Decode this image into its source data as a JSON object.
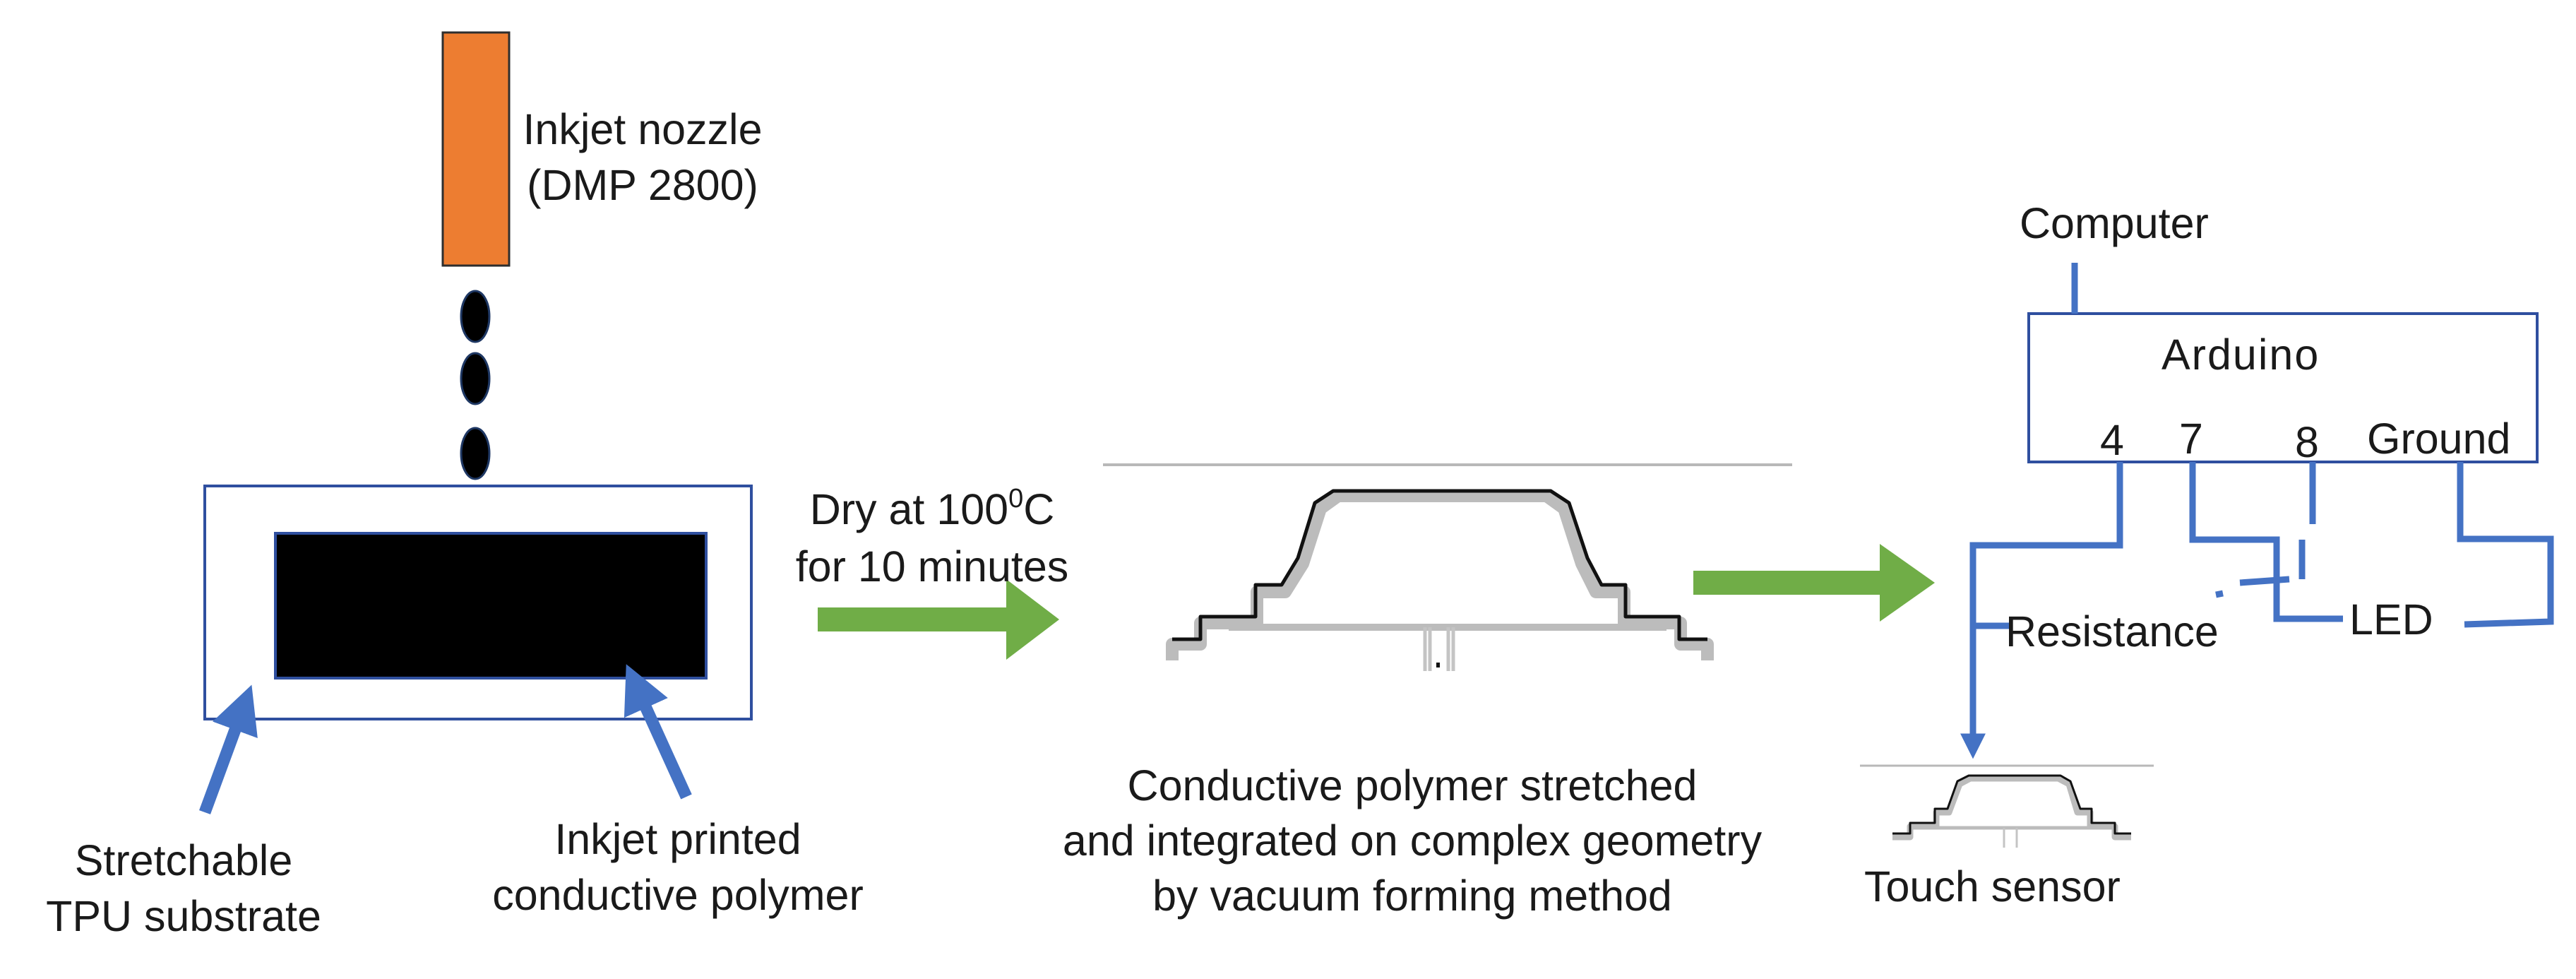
{
  "nozzle": {
    "label_line1": "Inkjet nozzle",
    "label_line2": "(DMP 2800)",
    "color": "#ed7d31"
  },
  "substrate": {
    "label_line1": "Stretchable",
    "label_line2": "TPU substrate"
  },
  "printed_polymer": {
    "label_line1": "Inkjet printed",
    "label_line2": "conductive polymer"
  },
  "dry_step": {
    "line1_prefix": "Dry at 100",
    "line1_sup": "0",
    "line1_suffix": "C",
    "line2": "for 10 minutes"
  },
  "vacuum_forming": {
    "caption_line1": "Conductive polymer stretched",
    "caption_line2": "and integrated on complex geometry",
    "caption_line3": "by vacuum forming method"
  },
  "circuit": {
    "computer_label": "Computer",
    "arduino_label": "Arduino",
    "pins": [
      "4",
      "7",
      "8",
      "Ground"
    ],
    "resistance_label": "Resistance",
    "led_label": "LED",
    "touch_sensor_label": "Touch sensor"
  },
  "colors": {
    "wire_blue": "#4472c4",
    "arrow_green": "#70ad47",
    "box_border": "#2f4f9f",
    "ink_black": "#000000"
  }
}
